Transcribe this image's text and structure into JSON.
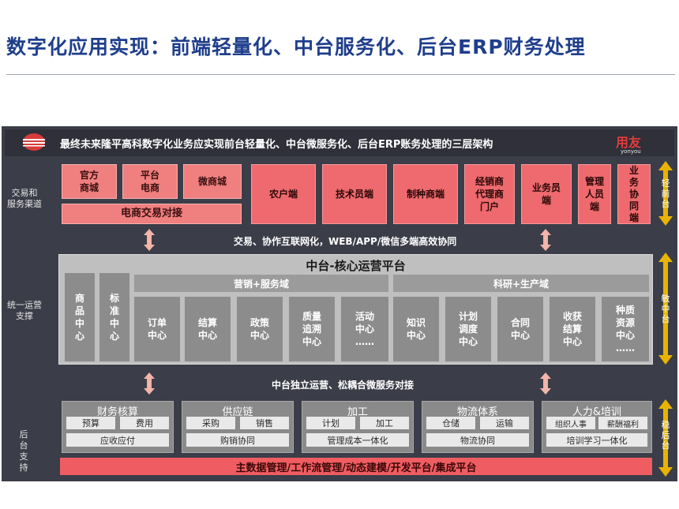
{
  "title": "数字化应用实现：前端轻量化、中台服务化、后台ERP财务处理",
  "header": {
    "text": "最终未来隆平高科数字化业务应实现前台轻量化、中台微服务化、后台ERP账务处理的三层架构",
    "brand": "用友",
    "brand_sub": "yonyou"
  },
  "side_labels": {
    "front": "交易和\n服务渠道",
    "middle": "统一运营\n支撑",
    "back": "后\n台\n支\n持"
  },
  "right_labels": {
    "front": "轻\n前\n台",
    "middle": "敏\n中\n台",
    "back": "稳\n后\n台"
  },
  "front": {
    "ecom_items": [
      "官方\n商城",
      "平台\n电商",
      "微商城"
    ],
    "ecom_bar": "电商交易对接",
    "channels": [
      "农户端",
      "技术员端",
      "制种商端",
      "经销商\n代理商\n门户",
      "业务员\n端",
      "管理\n人员\n端",
      "业\n务\n协\n同\n端"
    ]
  },
  "connector1": "交易、协作互联网化，WEB/APP/微信多端高效协同",
  "middle": {
    "title": "中台-核心运营平台",
    "left_cols": [
      "商\n品\n中\n心",
      "标\n准\n中\n心"
    ],
    "domain1": {
      "name": "营销+服务域",
      "items": [
        "订单\n中心",
        "结算\n中心",
        "政策\n中心",
        "质量\n追溯\n中心",
        "活动\n中心\n……"
      ]
    },
    "domain2": {
      "name": "科研+生产域",
      "items": [
        "知识\n中心",
        "计划\n调度\n中心",
        "合同\n中心",
        "收获\n结算\n中心",
        "种质\n资源\n中心\n……"
      ]
    }
  },
  "connector2": "中台独立运营、松耦合微服务对接",
  "back": {
    "groups": [
      {
        "title": "财务核算",
        "subs": [
          "预算",
          "费用"
        ],
        "bottom": "应收应付"
      },
      {
        "title": "供应链",
        "subs": [
          "采购",
          "销售"
        ],
        "bottom": "购销协同"
      },
      {
        "title": "加工",
        "subs": [
          "计划",
          "加工"
        ],
        "bottom": "管理成本一体化"
      },
      {
        "title": "物流体系",
        "subs": [
          "仓储",
          "运输"
        ],
        "bottom": "物流协同"
      },
      {
        "title": "人力&培训",
        "subs": [
          "组织人事",
          "薪酬福利"
        ],
        "bottom": "培训学习一体化"
      }
    ],
    "bottom_bar": "主数据管理/工作流管理/动态建模/开发平台/集成平台"
  },
  "colors": {
    "title": "#1f3e8c",
    "panel": "#3b3d48",
    "pink": "#f07f7f",
    "red_bar": "#ef5d62",
    "gold": "#e8b400"
  }
}
